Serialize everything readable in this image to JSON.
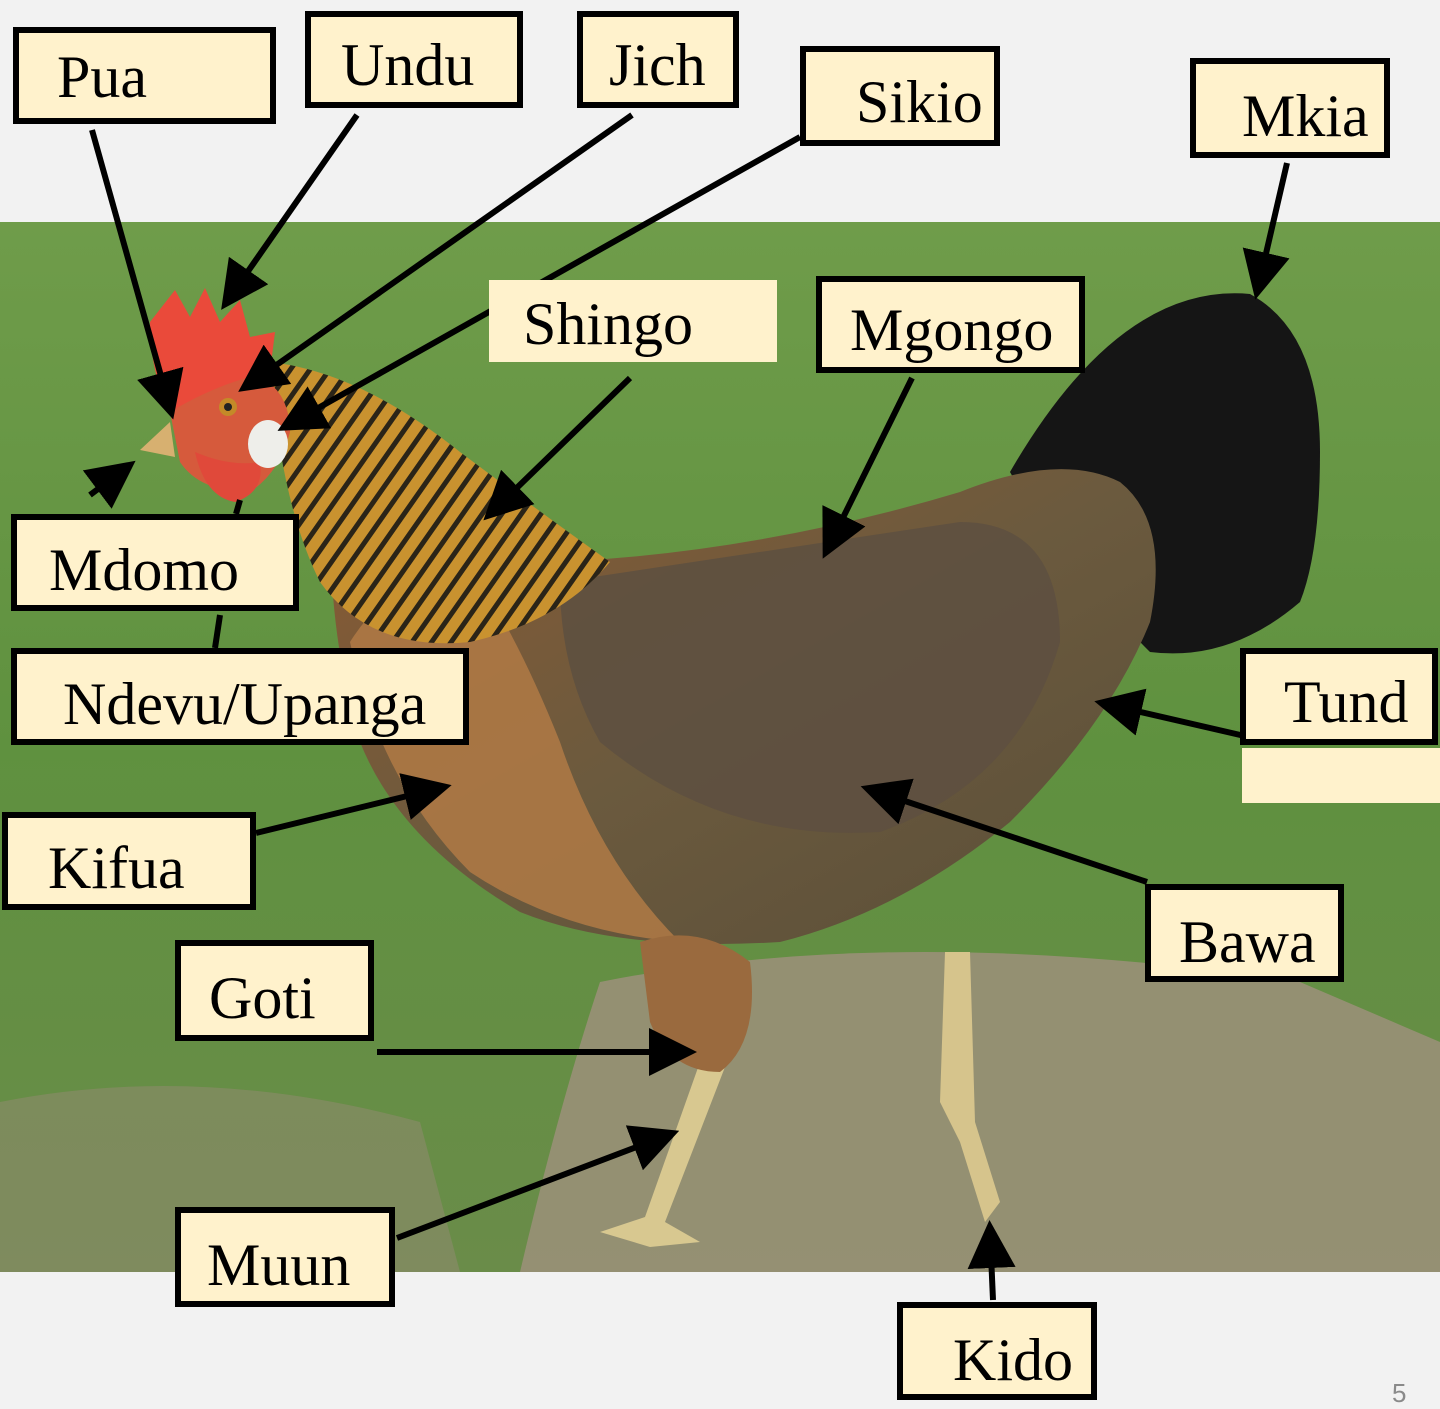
{
  "labels": {
    "pua": "Pua",
    "undu": "Undu",
    "jich": "Jich",
    "sikio": "Sikio",
    "mkia": "Mkia",
    "shingo": "Shingo",
    "mgongo": "Mgongo",
    "mdomo": "Mdomo",
    "ndevu": "Ndevu/Upanga",
    "tund": "Tund",
    "kifua": "Kifua",
    "bawa": "Bawa",
    "goti": "Goti",
    "muun": "Muun",
    "kido": "Kido"
  },
  "page_number": "5",
  "colors": {
    "label_fill": "#fff2cc",
    "label_border": "#000000",
    "background": "#f2f2f2",
    "grass": "#5e8f3f",
    "dirt": "#9a8f78"
  }
}
